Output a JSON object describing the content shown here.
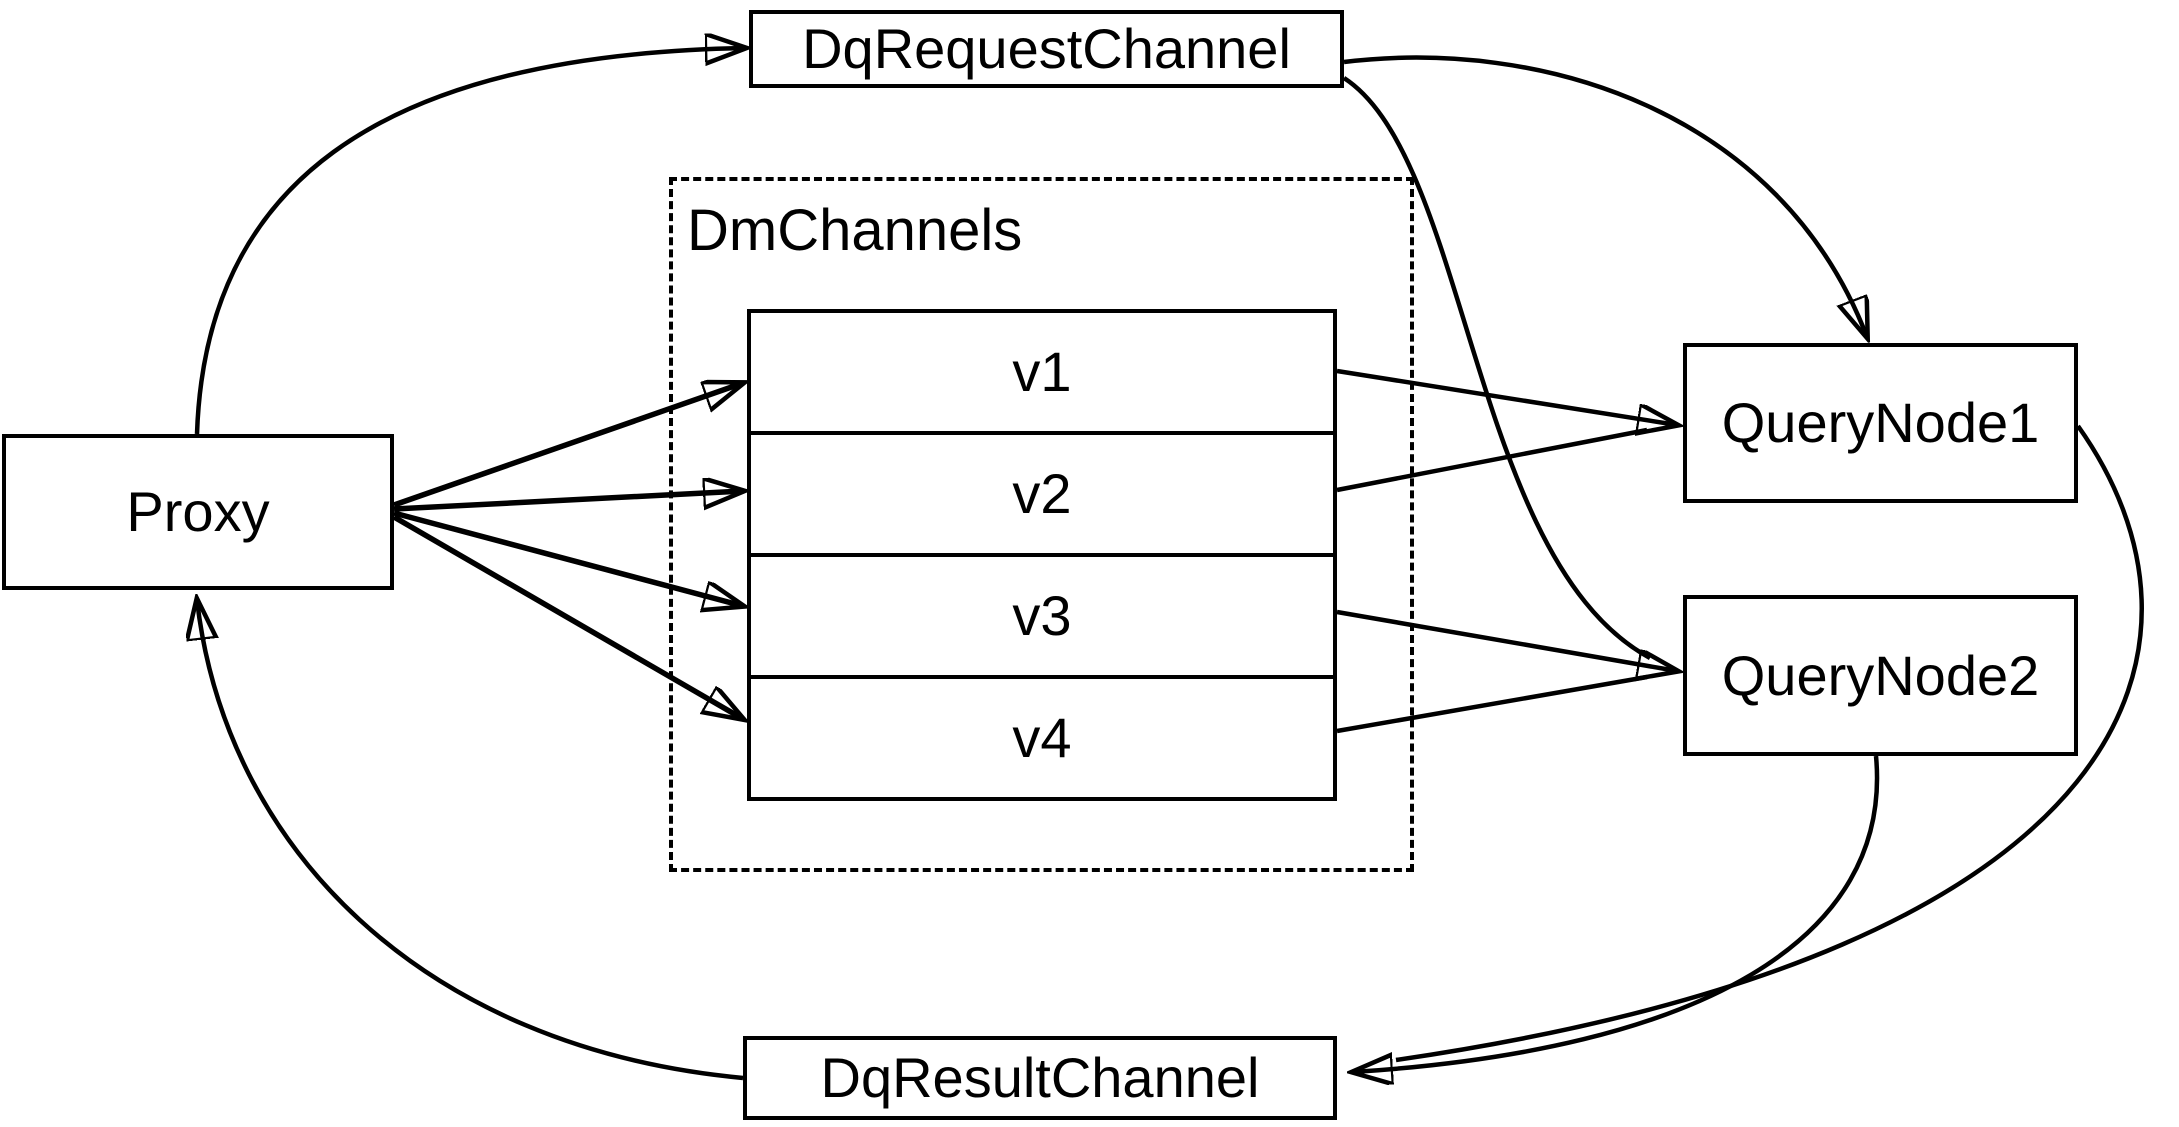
{
  "diagram": {
    "background": "#ffffff",
    "stroke_color": "#000000",
    "nodes": {
      "proxy": {
        "label": "Proxy"
      },
      "dq_request_channel": {
        "label": "DqRequestChannel"
      },
      "dm_channels": {
        "label": "DmChannels",
        "channels": [
          {
            "label": "v1"
          },
          {
            "label": "v2"
          },
          {
            "label": "v3"
          },
          {
            "label": "v4"
          }
        ]
      },
      "query_node_1": {
        "label": "QueryNode1"
      },
      "query_node_2": {
        "label": "QueryNode2"
      },
      "dq_result_channel": {
        "label": "DqResultChannel"
      }
    },
    "edges": [
      {
        "from": "Proxy",
        "to": "DqRequestChannel"
      },
      {
        "from": "DqRequestChannel",
        "to": "QueryNode1"
      },
      {
        "from": "DqRequestChannel",
        "to": "QueryNode2"
      },
      {
        "from": "Proxy",
        "to": "v1"
      },
      {
        "from": "Proxy",
        "to": "v2"
      },
      {
        "from": "Proxy",
        "to": "v3"
      },
      {
        "from": "Proxy",
        "to": "v4"
      },
      {
        "from": "v1",
        "to": "QueryNode1"
      },
      {
        "from": "v2",
        "to": "QueryNode1"
      },
      {
        "from": "v3",
        "to": "QueryNode2"
      },
      {
        "from": "v4",
        "to": "QueryNode2"
      },
      {
        "from": "QueryNode1",
        "to": "DqResultChannel"
      },
      {
        "from": "QueryNode2",
        "to": "DqResultChannel"
      },
      {
        "from": "DqResultChannel",
        "to": "Proxy"
      }
    ]
  }
}
